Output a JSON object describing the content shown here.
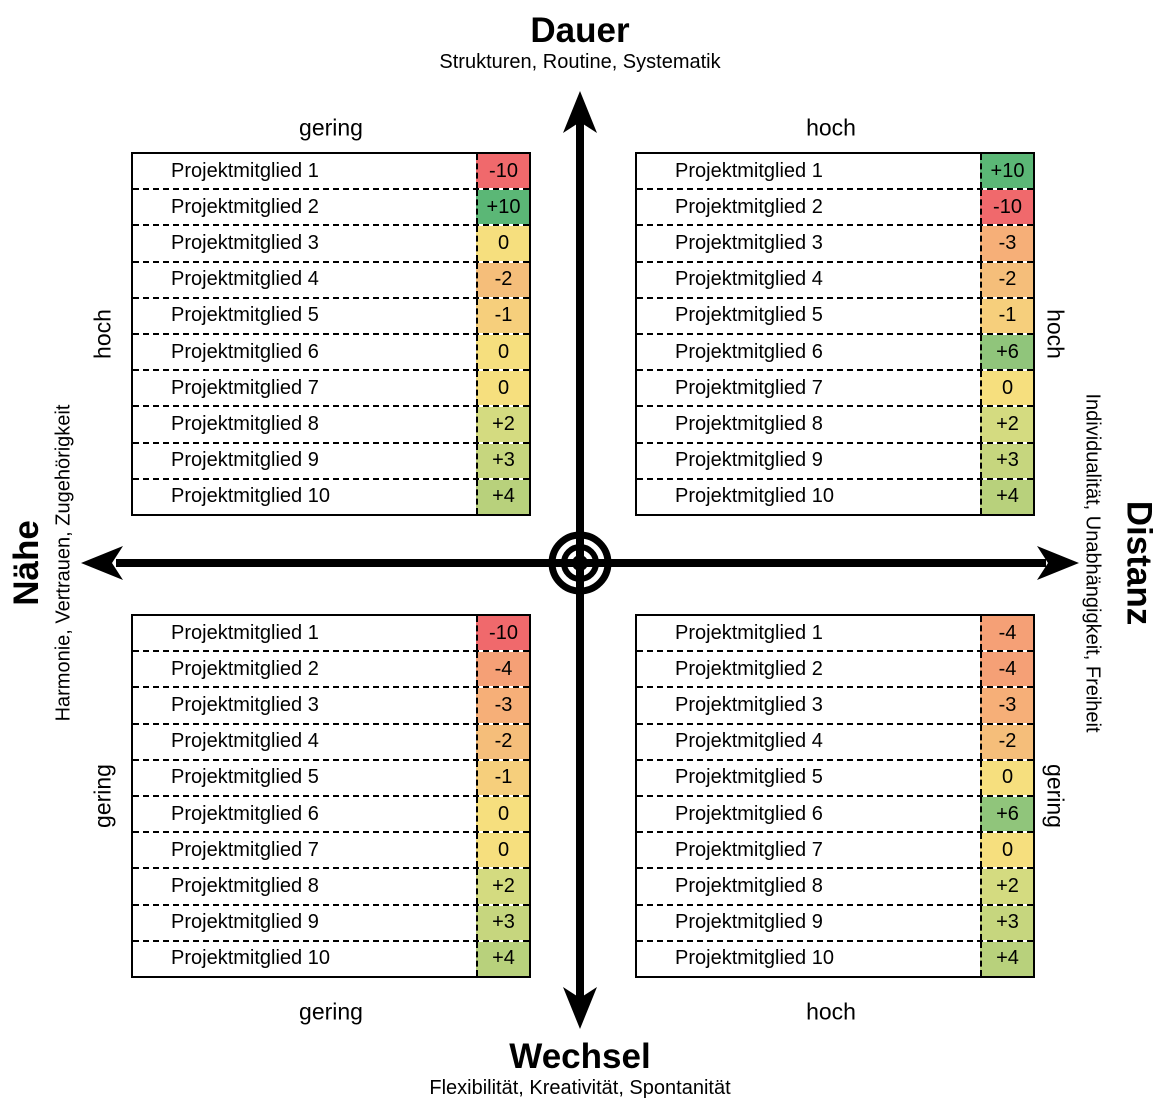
{
  "axes": {
    "top": {
      "title": "Dauer",
      "subtitle": "Strukturen, Routine, Systematik"
    },
    "bottom": {
      "title": "Wechsel",
      "subtitle": "Flexibilität, Kreativität, Spontanität"
    },
    "left": {
      "title": "Nähe",
      "subtitle": "Harmonie, Vertrauen, Zugehörigkeit"
    },
    "right": {
      "title": "Distanz",
      "subtitle": "Individualität, Unabhängigkeit, Freiheit"
    }
  },
  "quadrants": [
    {
      "position": "top-left",
      "axis_label": "gering",
      "side_label": "hoch",
      "rows": [
        {
          "name": "Projektmitglied 1",
          "value": "-10"
        },
        {
          "name": "Projektmitglied 2",
          "value": "+10"
        },
        {
          "name": "Projektmitglied 3",
          "value": "0"
        },
        {
          "name": "Projektmitglied 4",
          "value": "-2"
        },
        {
          "name": "Projektmitglied 5",
          "value": "-1"
        },
        {
          "name": "Projektmitglied 6",
          "value": "0"
        },
        {
          "name": "Projektmitglied 7",
          "value": "0"
        },
        {
          "name": "Projektmitglied 8",
          "value": "+2"
        },
        {
          "name": "Projektmitglied 9",
          "value": "+3"
        },
        {
          "name": "Projektmitglied 10",
          "value": "+4"
        }
      ]
    },
    {
      "position": "top-right",
      "axis_label": "hoch",
      "side_label": "hoch",
      "rows": [
        {
          "name": "Projektmitglied 1",
          "value": "+10"
        },
        {
          "name": "Projektmitglied 2",
          "value": "-10"
        },
        {
          "name": "Projektmitglied 3",
          "value": "-3"
        },
        {
          "name": "Projektmitglied 4",
          "value": "-2"
        },
        {
          "name": "Projektmitglied 5",
          "value": "-1"
        },
        {
          "name": "Projektmitglied 6",
          "value": "+6"
        },
        {
          "name": "Projektmitglied 7",
          "value": "0"
        },
        {
          "name": "Projektmitglied 8",
          "value": "+2"
        },
        {
          "name": "Projektmitglied 9",
          "value": "+3"
        },
        {
          "name": "Projektmitglied 10",
          "value": "+4"
        }
      ]
    },
    {
      "position": "bottom-left",
      "axis_label": "gering",
      "side_label": "gering",
      "rows": [
        {
          "name": "Projektmitglied 1",
          "value": "-10"
        },
        {
          "name": "Projektmitglied 2",
          "value": "-4"
        },
        {
          "name": "Projektmitglied 3",
          "value": "-3"
        },
        {
          "name": "Projektmitglied 4",
          "value": "-2"
        },
        {
          "name": "Projektmitglied 5",
          "value": "-1"
        },
        {
          "name": "Projektmitglied 6",
          "value": "0"
        },
        {
          "name": "Projektmitglied 7",
          "value": "0"
        },
        {
          "name": "Projektmitglied 8",
          "value": "+2"
        },
        {
          "name": "Projektmitglied 9",
          "value": "+3"
        },
        {
          "name": "Projektmitglied 10",
          "value": "+4"
        }
      ]
    },
    {
      "position": "bottom-right",
      "axis_label": "hoch",
      "side_label": "gering",
      "rows": [
        {
          "name": "Projektmitglied 1",
          "value": "-4"
        },
        {
          "name": "Projektmitglied 2",
          "value": "-4"
        },
        {
          "name": "Projektmitglied 3",
          "value": "-3"
        },
        {
          "name": "Projektmitglied 4",
          "value": "-2"
        },
        {
          "name": "Projektmitglied 5",
          "value": "0"
        },
        {
          "name": "Projektmitglied 6",
          "value": "+6"
        },
        {
          "name": "Projektmitglied 7",
          "value": "0"
        },
        {
          "name": "Projektmitglied 8",
          "value": "+2"
        },
        {
          "name": "Projektmitglied 9",
          "value": "+3"
        },
        {
          "name": "Projektmitglied 10",
          "value": "+4"
        }
      ]
    }
  ],
  "color_scale": {
    "-10": "#F0696C",
    "-4": "#F5A076",
    "-3": "#F6AF78",
    "-2": "#F5BE7A",
    "-1": "#F6CF7C",
    "0": "#F6DF7E",
    "+2": "#D4DB80",
    "+3": "#C6D67E",
    "+4": "#B8D17C",
    "+6": "#90C57B",
    "+10": "#5BB776"
  },
  "colors": {
    "axis": "#000000",
    "table_border": "#000000",
    "background": "#FFFFFF",
    "text": "#000000"
  }
}
